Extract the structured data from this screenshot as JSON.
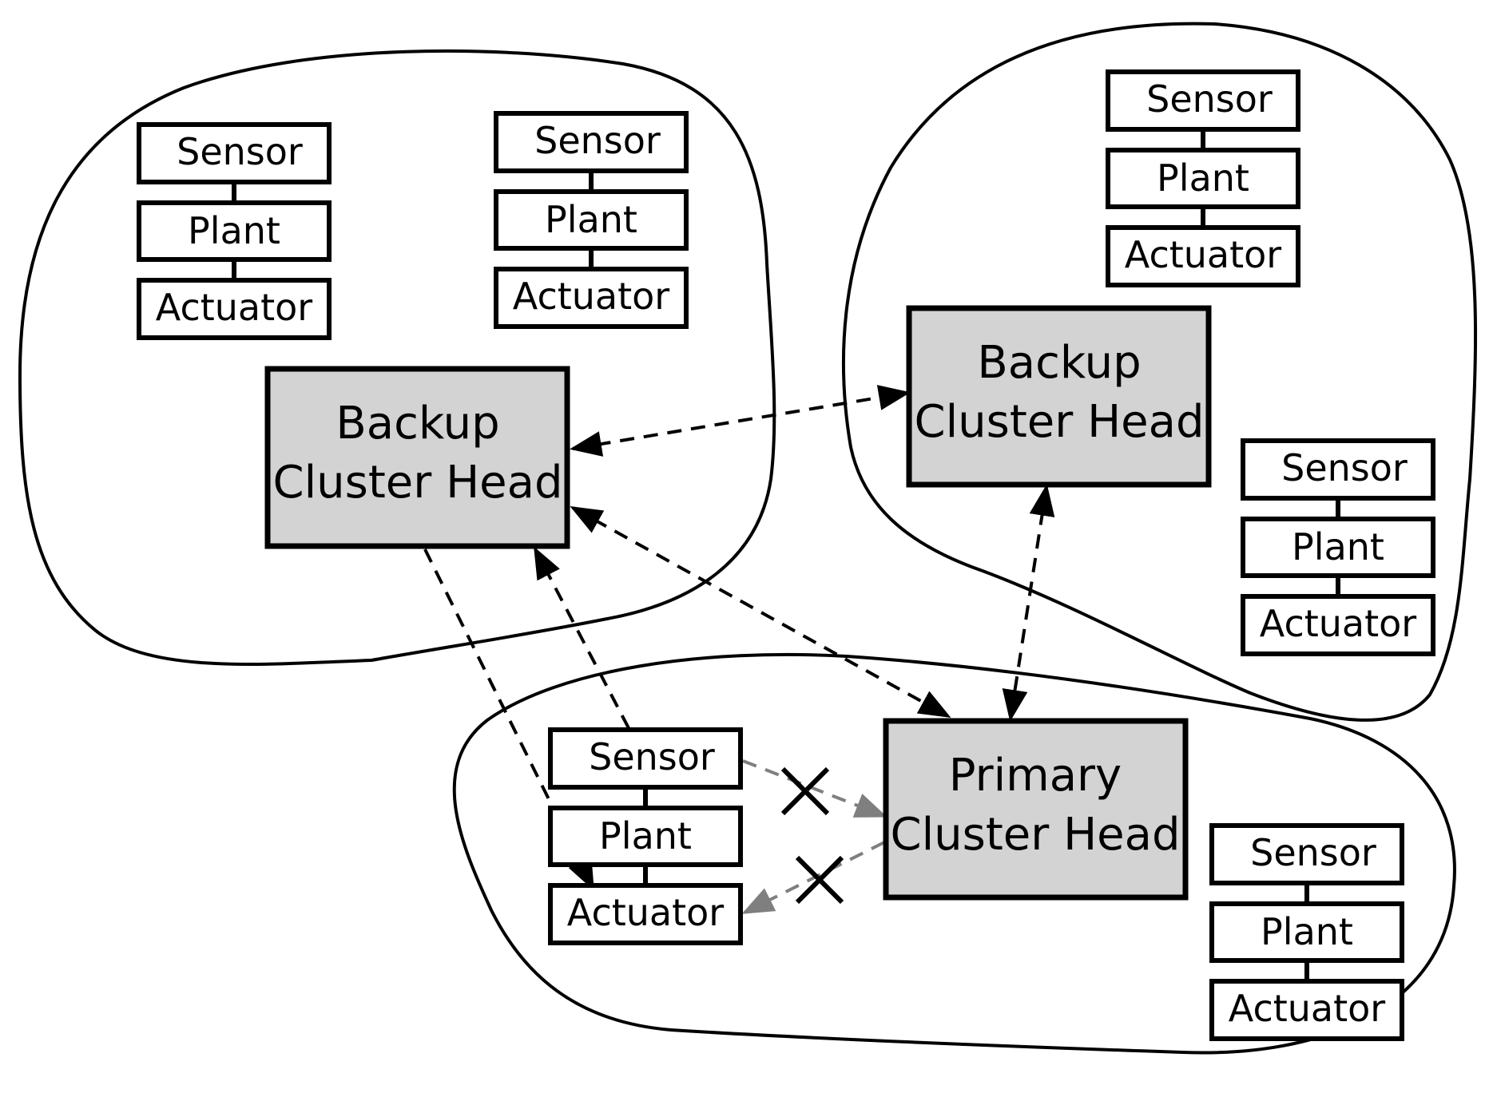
{
  "diagram": {
    "nodes": [
      {
        "id": "l1-sensor",
        "label": "Sensor"
      },
      {
        "id": "l1-plant",
        "label": "Plant"
      },
      {
        "id": "l1-actuator",
        "label": "Actuator"
      },
      {
        "id": "l2-sensor",
        "label": "Sensor"
      },
      {
        "id": "l2-plant",
        "label": "Plant"
      },
      {
        "id": "l2-actuator",
        "label": "Actuator"
      },
      {
        "id": "left-backup-ch",
        "lines": [
          "Backup",
          "Cluster Head"
        ]
      },
      {
        "id": "r1-sensor",
        "label": "Sensor"
      },
      {
        "id": "r1-plant",
        "label": "Plant"
      },
      {
        "id": "r1-actuator",
        "label": "Actuator"
      },
      {
        "id": "right-backup-ch",
        "lines": [
          "Backup",
          "Cluster Head"
        ]
      },
      {
        "id": "r2-sensor",
        "label": "Sensor"
      },
      {
        "id": "r2-plant",
        "label": "Plant"
      },
      {
        "id": "r2-actuator",
        "label": "Actuator"
      },
      {
        "id": "b1-sensor",
        "label": "Sensor"
      },
      {
        "id": "b1-plant",
        "label": "Plant"
      },
      {
        "id": "b1-actuator",
        "label": "Actuator"
      },
      {
        "id": "primary-ch",
        "lines": [
          "Primary",
          "Cluster Head"
        ]
      },
      {
        "id": "b2-sensor",
        "label": "Sensor"
      },
      {
        "id": "b2-plant",
        "label": "Plant"
      },
      {
        "id": "b2-actuator",
        "label": "Actuator"
      }
    ],
    "edges": [
      {
        "from": "left-backup-ch",
        "to": "right-backup-ch",
        "style": "dashed",
        "direction": "both"
      },
      {
        "from": "left-backup-ch",
        "to": "primary-ch",
        "style": "dashed",
        "direction": "both"
      },
      {
        "from": "right-backup-ch",
        "to": "primary-ch",
        "style": "dashed",
        "direction": "both"
      },
      {
        "from": "b1-sensor",
        "to": "left-backup-ch",
        "style": "dashed",
        "direction": "forward"
      },
      {
        "from": "left-backup-ch",
        "to": "b1-actuator",
        "style": "dashed",
        "direction": "forward"
      },
      {
        "from": "b1-sensor",
        "to": "primary-ch",
        "style": "dashed-gray",
        "direction": "forward",
        "failed": true
      },
      {
        "from": "primary-ch",
        "to": "b1-actuator",
        "style": "dashed-gray",
        "direction": "forward",
        "failed": true
      }
    ],
    "colors": {
      "cluster_head_fill": "#d3d3d3",
      "stroke": "#000000",
      "failed_link": "#7f7f7f"
    }
  }
}
